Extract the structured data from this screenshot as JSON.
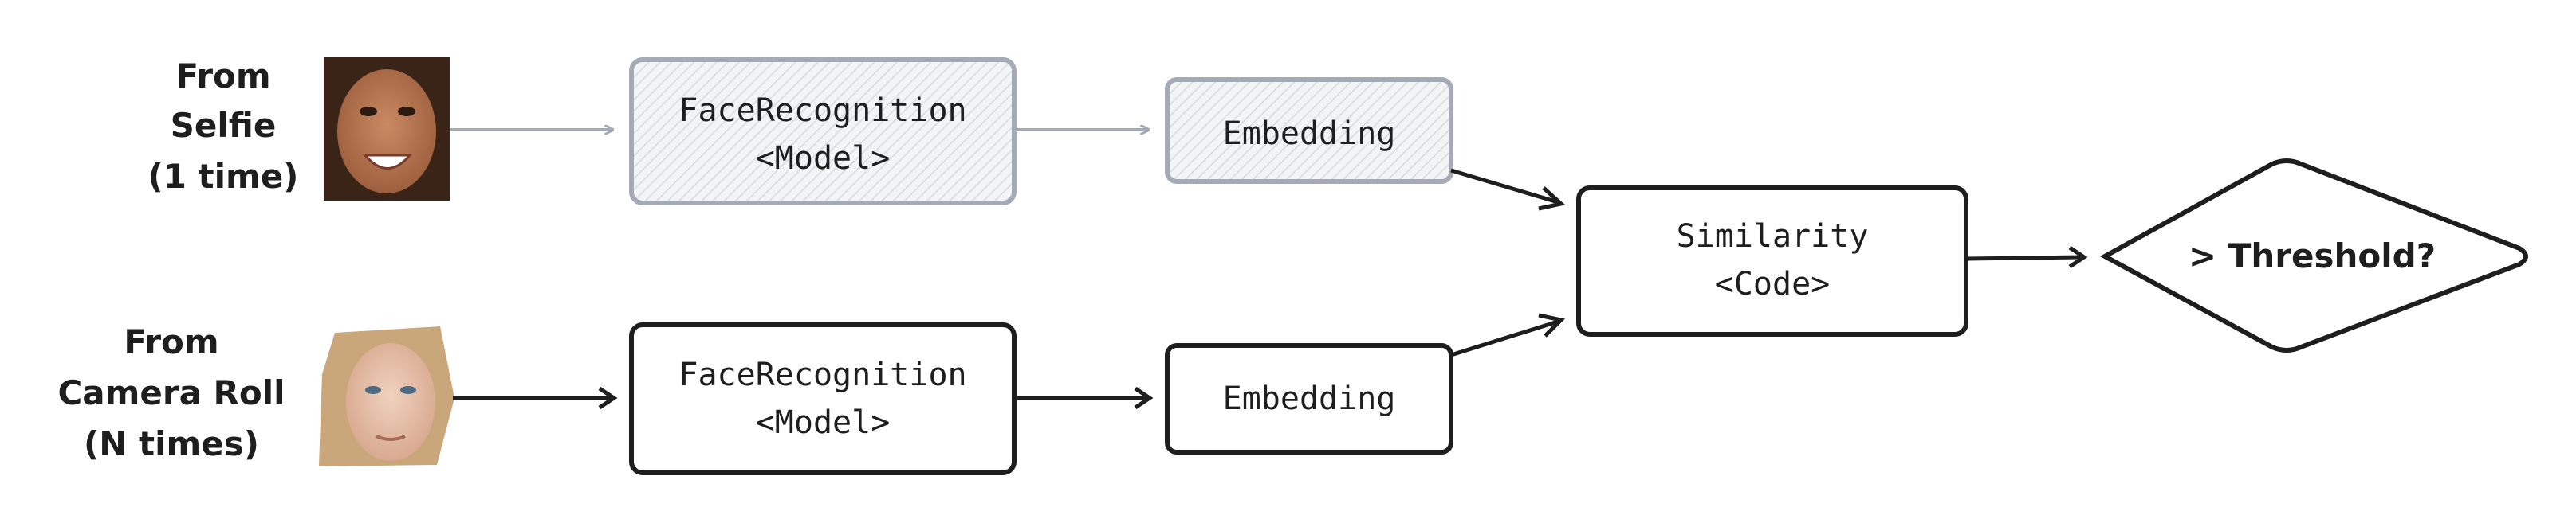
{
  "colors": {
    "ink": "#1e1e1e",
    "muted": "#a4abb6",
    "hatch_fill": "#eef0f3"
  },
  "inputs": {
    "selfie": {
      "label_lines": [
        "From",
        "Selfie",
        "(1 time)"
      ],
      "image": "smiling-woman-face-photo"
    },
    "camera_roll": {
      "label_lines": [
        "From",
        "Camera Roll",
        "(N times)"
      ],
      "image": "blonde-woman-face-photo"
    }
  },
  "top_row": {
    "model_box": {
      "line1": "FaceRecognition",
      "line2": "<Model>"
    },
    "embedding_box": {
      "label": "Embedding"
    }
  },
  "bottom_row": {
    "model_box": {
      "line1": "FaceRecognition",
      "line2": "<Model>"
    },
    "embedding_box": {
      "label": "Embedding"
    }
  },
  "similarity_box": {
    "line1": "Similarity",
    "line2": "<Code>"
  },
  "decision": {
    "label": "> Threshold?"
  }
}
